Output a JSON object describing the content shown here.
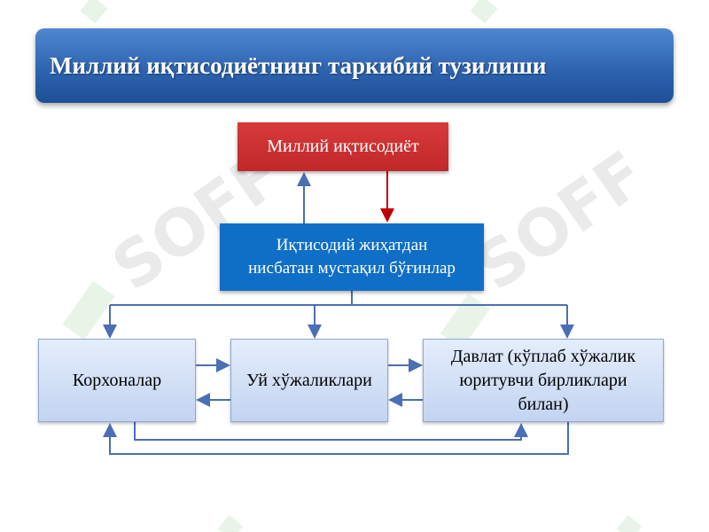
{
  "title": "Миллий иқтисодиётнинг таркибий тузилиши",
  "nodes": {
    "national_economy": "Миллий иқтисодиёт",
    "independent_units_line1": "Иқтисодий жиҳатдан",
    "independent_units_line2": "нисбатан мустақил бўғинлар",
    "firms": "Корхоналар",
    "households": "Уй хўжаликлари",
    "state_line1": "Давлат (кўплаб хўжалик",
    "state_line2": "юритувчи бирликлари",
    "state_line3": "билан)"
  },
  "colors": {
    "title_bar": "#2e64b0",
    "national_box": "#c0282a",
    "units_box": "#0f6fc6",
    "light_box": "#c3d4f1",
    "arrow_up": "#4a6fb5",
    "arrow_down": "#c00000",
    "connector": "#4a6fb5"
  }
}
